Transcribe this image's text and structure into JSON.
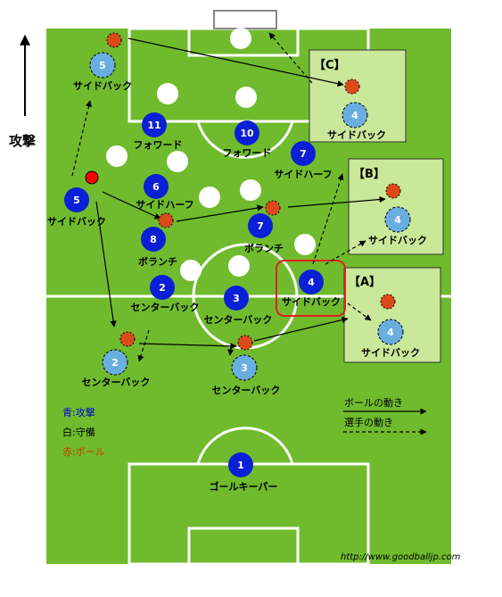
{
  "attack_label": "攻撃",
  "zones": [
    {
      "id": "A",
      "label": "【A】"
    },
    {
      "id": "B",
      "label": "【B】"
    },
    {
      "id": "C",
      "label": "【C】"
    }
  ],
  "players": [
    {
      "num": "1",
      "role": "ゴールキーパー",
      "team": "attack"
    },
    {
      "num": "2",
      "role": "センターバック",
      "team": "attack"
    },
    {
      "num": "3",
      "role": "センターバック",
      "team": "attack"
    },
    {
      "num": "4",
      "role": "サイドバック",
      "team": "attack"
    },
    {
      "num": "5",
      "role": "サイドバック",
      "team": "attack"
    },
    {
      "num": "6",
      "role": "サイドハーフ",
      "team": "attack"
    },
    {
      "num": "7",
      "role": "ボランチ",
      "team": "attack"
    },
    {
      "num": "7",
      "role": "サイドハーフ",
      "team": "attack"
    },
    {
      "num": "8",
      "role": "ボランチ",
      "team": "attack"
    },
    {
      "num": "10",
      "role": "フォワード",
      "team": "attack"
    },
    {
      "num": "11",
      "role": "フォワード",
      "team": "attack"
    },
    {
      "num": "2",
      "role": "センターバック",
      "team": "ghost"
    },
    {
      "num": "3",
      "role": "センターバック",
      "team": "ghost"
    },
    {
      "num": "5",
      "role": "サイドバック",
      "team": "ghost"
    },
    {
      "num": "4",
      "role": "サイドバック",
      "team": "ghost"
    },
    {
      "num": "4",
      "role": "サイドバック",
      "team": "ghost"
    },
    {
      "num": "4",
      "role": "サイドバック",
      "team": "ghost"
    }
  ],
  "legend": {
    "blue": "青:攻撃",
    "white": "白:守備",
    "red": "赤:ボール",
    "ball_move": "ボールの動き",
    "player_move": "選手の動き"
  },
  "colors": {
    "pitch": "#6fbb2d",
    "zone": "#c9e89a",
    "attack": "#0a1fd6",
    "ghost": "#6aaee0",
    "ball": "#dd4a1a",
    "ball_start": "#ff0000",
    "highlight": "#e02020",
    "legend_blue": "#0000cc",
    "legend_red": "#cc3300"
  },
  "source_url": "http://www.goodballjp.com"
}
